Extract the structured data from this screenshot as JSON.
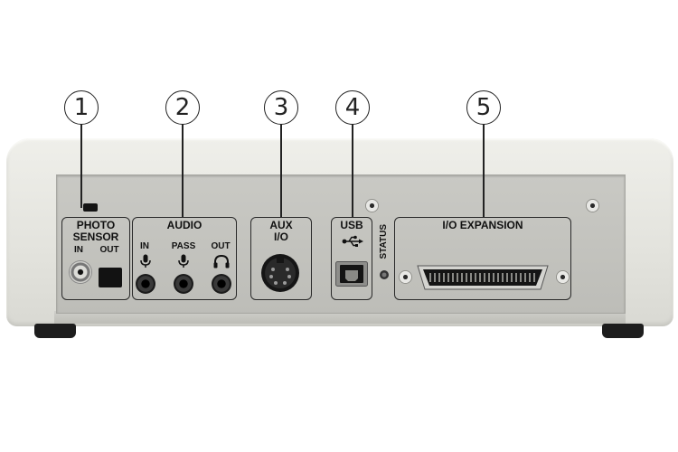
{
  "callouts": [
    "1",
    "2",
    "3",
    "4",
    "5"
  ],
  "panels": {
    "photo_sensor": {
      "title_line1": "PHOTO",
      "title_line2": "SENSOR",
      "in": "IN",
      "out": "OUT"
    },
    "audio": {
      "title": "AUDIO",
      "in": "IN",
      "pass": "PASS",
      "out": "OUT"
    },
    "aux": {
      "title_line1": "AUX",
      "title_line2": "I/O"
    },
    "usb": {
      "title": "USB",
      "status": "STATUS"
    },
    "io_expansion": {
      "title": "I/O EXPANSION"
    }
  },
  "colors": {
    "background": "#ffffff",
    "chassis": "#e6e6e0",
    "plate": "#c4c4bf",
    "foot": "#1d1d1d",
    "outline": "#2a2a2a"
  }
}
